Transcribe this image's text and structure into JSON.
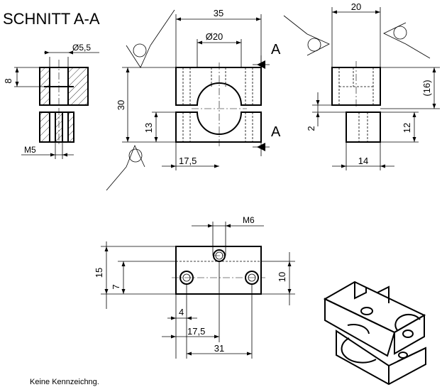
{
  "sheet": {
    "section_title": "SCHNITT A-A",
    "note": "Keine Kennzeichng."
  },
  "dimensions": {
    "section_height": "8",
    "section_bore": "Ø5,5",
    "section_thread": "M5",
    "front_width": "35",
    "front_bore": "Ø20",
    "front_height": "30",
    "front_lower_height": "13",
    "front_center": "17,5",
    "section_marker_top": "A",
    "section_marker_bottom": "A",
    "side_width": "20",
    "side_ref_height": "(16)",
    "side_gap": "2",
    "side_lower_height": "12",
    "side_lower_width": "14",
    "top_thread": "M6",
    "top_height": "15",
    "top_hole_row": "7",
    "top_hole_height": "10",
    "top_hole_offset": "4",
    "top_center": "17,5",
    "top_hole_spacing": "31"
  }
}
